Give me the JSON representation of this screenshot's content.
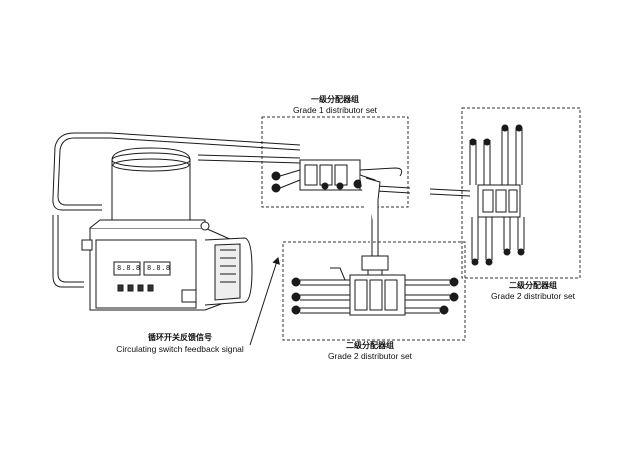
{
  "labels": {
    "grade1_zh": "一级分配器组",
    "grade1_en": "Grade 1 distributor set",
    "grade2_right_zh": "二级分配器组",
    "grade2_right_en": "Grade 2 distributor set",
    "grade2_bottom_zh": "二级分配器组",
    "grade2_bottom_en": "Grade 2 distributor set",
    "switch_zh": "循环开关反馈信号",
    "switch_en": "Circulating switch feedback signal"
  },
  "pump_display": {
    "left_readout": "8.8.8",
    "right_readout": "8.8.8"
  },
  "colors": {
    "line": "#1a1a1a",
    "dash_box": "#333333",
    "background": "#ffffff"
  },
  "icons": [
    "lubrication-pump-icon",
    "distributor-block-icon",
    "pipe-icon",
    "signal-arrow-icon"
  ]
}
